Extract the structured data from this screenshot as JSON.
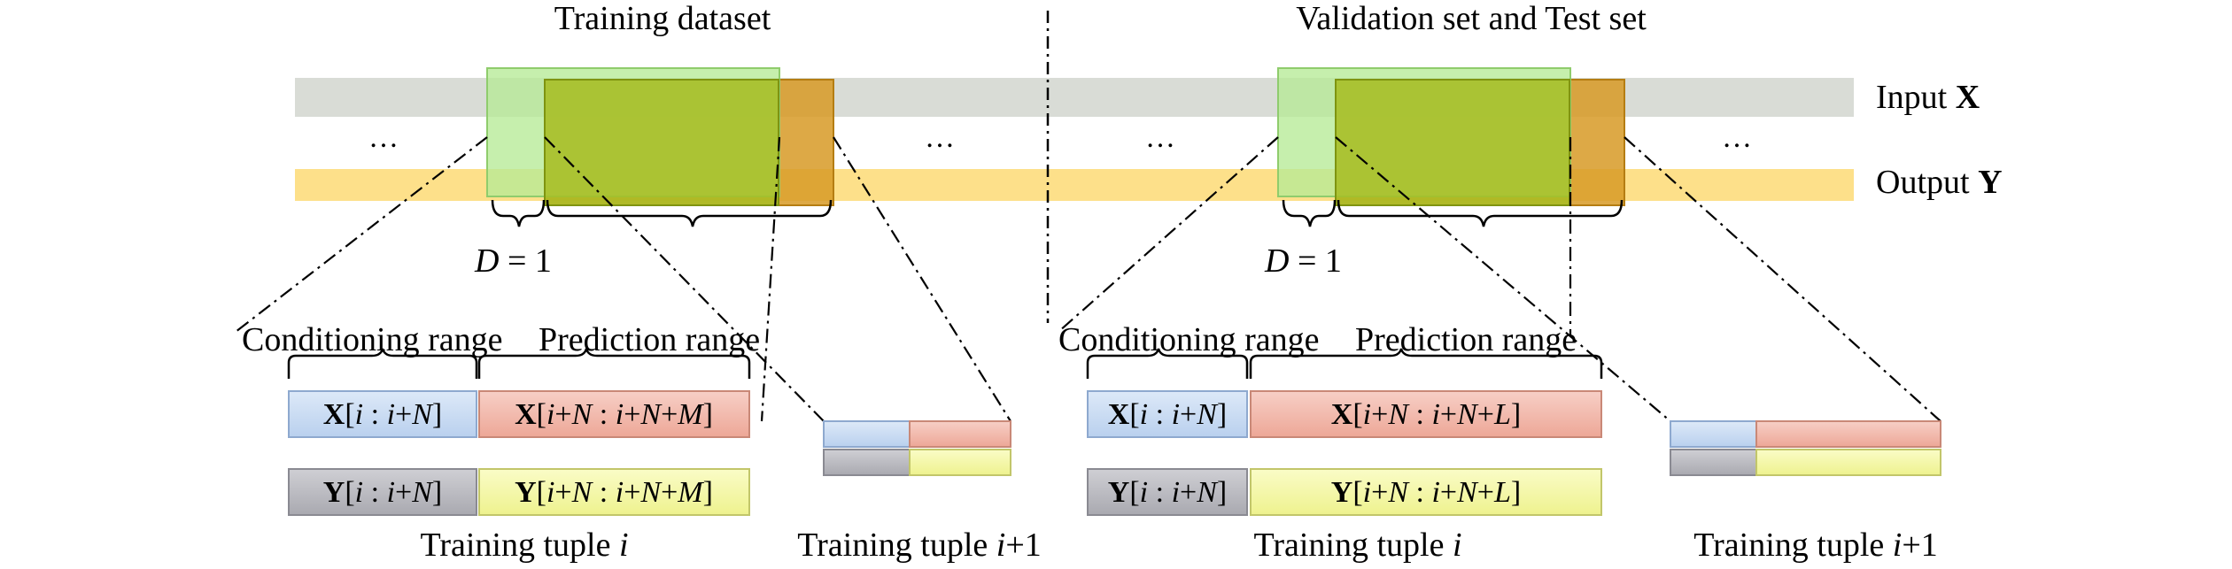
{
  "sections": {
    "training": {
      "title": "Training dataset"
    },
    "validation": {
      "title": "Validation set and Test set"
    }
  },
  "streams": {
    "input_label": "Input ",
    "input_var": "X",
    "output_label": "Output ",
    "output_var": "Y"
  },
  "ellipsis": "…",
  "offset_label": {
    "var": "D",
    "rest": " = 1"
  },
  "ranges": {
    "conditioning": "Conditioning range",
    "prediction": "Prediction range"
  },
  "training_tuple": {
    "x_cond": {
      "var": "X",
      "open": "[",
      "a": "i",
      "sep": " : ",
      "b": "i",
      "plus": "+",
      "c": "N",
      "close": "]"
    },
    "x_pred": {
      "var": "X",
      "open": "[",
      "a": "i",
      "p1": "+",
      "n": "N",
      "sep": " : ",
      "b": "i",
      "p2": "+",
      "n2": "N",
      "p3": "+",
      "m": "M",
      "close": "]"
    },
    "y_cond": {
      "var": "Y",
      "open": "[",
      "a": "i",
      "sep": " : ",
      "b": "i",
      "plus": "+",
      "c": "N",
      "close": "]"
    },
    "y_pred": {
      "var": "Y",
      "open": "[",
      "a": "i",
      "p1": "+",
      "n": "N",
      "sep": " : ",
      "b": "i",
      "p2": "+",
      "n2": "N",
      "p3": "+",
      "m": "M",
      "close": "]"
    }
  },
  "validation_tuple": {
    "x_cond": {
      "var": "X",
      "open": "[",
      "a": "i",
      "sep": " : ",
      "b": "i",
      "plus": "+",
      "c": "N",
      "close": "]"
    },
    "x_pred": {
      "var": "X",
      "open": "[",
      "a": "i",
      "p1": "+",
      "n": "N",
      "sep": " : ",
      "b": "i",
      "p2": "+",
      "n2": "N",
      "p3": "+",
      "m": "L",
      "close": "]"
    },
    "y_cond": {
      "var": "Y",
      "open": "[",
      "a": "i",
      "sep": " : ",
      "b": "i",
      "plus": "+",
      "c": "N",
      "close": "]"
    },
    "y_pred": {
      "var": "Y",
      "open": "[",
      "a": "i",
      "p1": "+",
      "n": "N",
      "sep": " : ",
      "b": "i",
      "p2": "+",
      "n2": "N",
      "p3": "+",
      "m": "L",
      "close": "]"
    }
  },
  "captions": {
    "tuple_i": {
      "text": "Training tuple ",
      "var": "i"
    },
    "tuple_i1": {
      "text": "Training tuple ",
      "var": "i",
      "suffix": "+1"
    }
  },
  "colors": {
    "input_band": "#d9dcd6",
    "output_band": "#fde08a",
    "cond_window": "#b6eb96",
    "pred_window": "#a6bd22",
    "next_window": "#d79a26",
    "x_cond": "#c5d9f1",
    "x_pred": "#f2b9ac",
    "y_cond": "#bcbcc2",
    "y_pred": "#f5f8a8"
  }
}
